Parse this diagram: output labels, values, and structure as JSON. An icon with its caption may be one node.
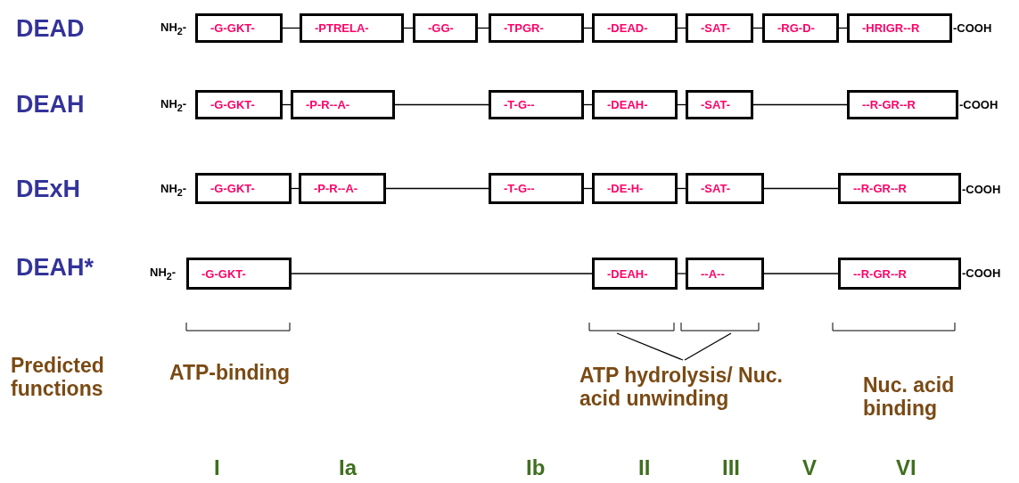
{
  "diagram": {
    "nodes": [
      {
        "text": [
          "-G-GKT-"
        ]
      },
      {
        "text": [
          "-PTRELA-"
        ]
      },
      {
        "text": [
          "-GG-"
        ]
      },
      {
        "text": [
          "-TPGR-"
        ]
      },
      {
        "text": [
          "-DEAD-"
        ]
      },
      {
        "text": [
          "-SAT-"
        ]
      },
      {
        "text": [
          "-RG-D-"
        ]
      },
      {
        "text": [
          "-HRIGR--R"
        ]
      },
      {
        "text": [
          "-G-GKT-"
        ]
      },
      {
        "text": [
          "-P-R--A-"
        ]
      },
      {
        "text": [
          "-T-G--"
        ]
      },
      {
        "text": [
          "-DEAH-"
        ]
      },
      {
        "text": [
          "-SAT-"
        ]
      },
      {
        "text": [
          "--R-GR--R"
        ]
      },
      {
        "text": [
          "-G-GKT-"
        ]
      },
      {
        "text": [
          "-P-R--A-"
        ]
      },
      {
        "text": [
          "-T-G--"
        ]
      },
      {
        "text": [
          "-DE-H-"
        ]
      },
      {
        "text": [
          "-SAT-"
        ]
      },
      {
        "text": [
          "--R-GR--R"
        ]
      },
      {
        "text": [
          "-G-GKT-"
        ]
      },
      {
        "text": [
          "-DEAH-"
        ]
      },
      {
        "text": [
          "--A--"
        ]
      },
      {
        "text": [
          "--R-GR--R"
        ]
      },
      {
        "text": [
          "ATP hydrolysis/ Nuc. acid unwinding"
        ]
      }
    ],
    "edges": [
      {
        "from": 0,
        "to": 1,
        "arrow": "none"
      },
      {
        "from": 1,
        "to": 2,
        "arrow": "none"
      },
      {
        "from": 2,
        "to": 3,
        "arrow": "none"
      },
      {
        "from": 3,
        "to": 4,
        "arrow": "none"
      },
      {
        "from": 4,
        "to": 5,
        "arrow": "none"
      },
      {
        "from": 5,
        "to": 6,
        "arrow": "none"
      },
      {
        "from": 6,
        "to": 7,
        "arrow": "none"
      },
      {
        "from": 8,
        "to": 9,
        "arrow": "none"
      },
      {
        "from": 9,
        "to": 10,
        "arrow": "none"
      },
      {
        "from": 10,
        "to": 11,
        "arrow": "none"
      },
      {
        "from": 11,
        "to": 12,
        "arrow": "none"
      },
      {
        "from": 12,
        "to": 13,
        "arrow": "none"
      },
      {
        "from": 14,
        "to": 15,
        "arrow": "none"
      },
      {
        "from": 15,
        "to": 16,
        "arrow": "none"
      },
      {
        "from": 16,
        "to": 17,
        "arrow": "none"
      },
      {
        "from": 17,
        "to": 18,
        "arrow": "none"
      },
      {
        "from": 18,
        "to": 19,
        "arrow": "none"
      },
      {
        "from": 20,
        "to": 21,
        "arrow": "none"
      },
      {
        "from": 21,
        "to": 22,
        "arrow": "none"
      },
      {
        "from": 22,
        "to": 23,
        "arrow": "none"
      },
      {
        "from": 24,
        "to": null,
        "arrow": "none"
      },
      {
        "from": 24,
        "to": null,
        "arrow": "none"
      }
    ],
    "labels": [
      "DEAD",
      "NH$_{2}$-",
      "-COOH",
      "DEAH",
      "NH$_{2}$-",
      "-COOH",
      "DExH",
      "NH$_{2}$-",
      "-COOH",
      "DEAH*",
      "NH$_{2}$-",
      "-COOH",
      "Predicted functions",
      "ATP-binding",
      "Nuc. acid binding",
      "I",
      "Ia",
      "Ib",
      "II",
      "III",
      "V",
      "VI"
    ]
  }
}
